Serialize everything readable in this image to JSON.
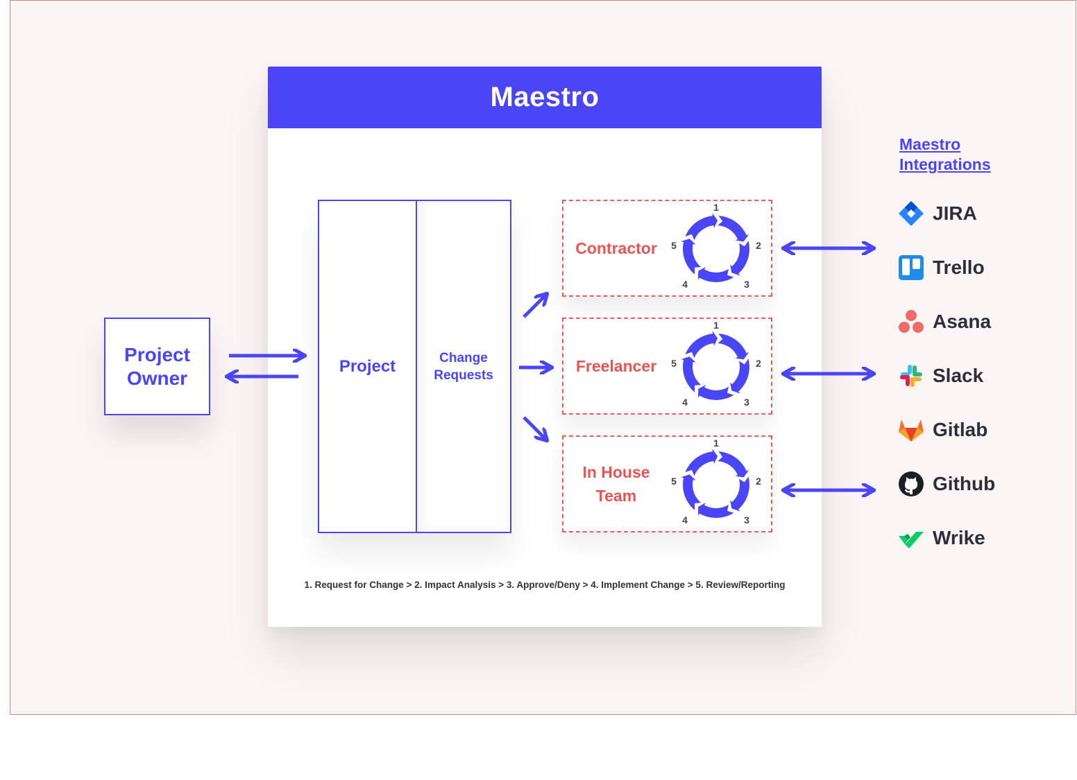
{
  "title": "Maestro",
  "owner": {
    "line1": "Project",
    "line2": "Owner"
  },
  "project": {
    "label": "Project",
    "change_requests": "Change Requests"
  },
  "teams": [
    {
      "label": "Contractor"
    },
    {
      "label": "Freelancer"
    },
    {
      "label": "In House Team"
    }
  ],
  "cycle_steps": [
    "1",
    "2",
    "3",
    "4",
    "5"
  ],
  "footer_steps": "1. Request for Change  > 2. Impact Analysis  >  3. Approve/Deny  > 4. Implement Change > 5. Review/Reporting",
  "integrations": {
    "title_line1": "Maestro",
    "title_line2": "Integrations",
    "items": [
      {
        "label": "JIRA",
        "icon": "jira-icon"
      },
      {
        "label": "Trello",
        "icon": "trello-icon"
      },
      {
        "label": "Asana",
        "icon": "asana-icon"
      },
      {
        "label": "Slack",
        "icon": "slack-icon"
      },
      {
        "label": "Gitlab",
        "icon": "gitlab-icon"
      },
      {
        "label": "Github",
        "icon": "github-icon"
      },
      {
        "label": "Wrike",
        "icon": "wrike-icon"
      }
    ]
  },
  "colors": {
    "brand": "#4a46f7",
    "team_text": "#e85454",
    "team_border": "#ee5a5a",
    "background": "#fcf5f5"
  }
}
